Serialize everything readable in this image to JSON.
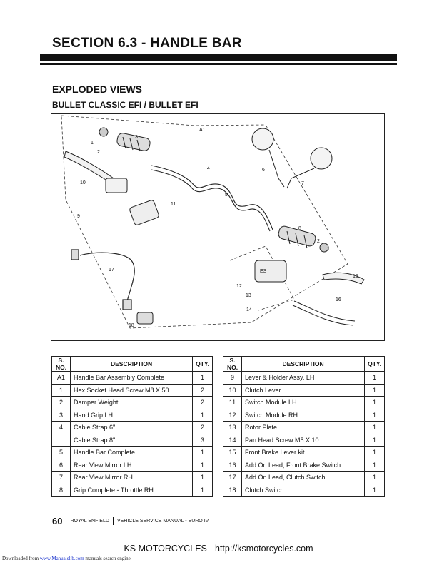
{
  "header": {
    "section_title": "SECTION 6.3 - HANDLE BAR",
    "subtitle": "EXPLODED VIEWS",
    "model": "BULLET CLASSIC EFI / BULLET EFI"
  },
  "diagram": {
    "callouts": [
      "A1",
      "1",
      "2",
      "3",
      "4",
      "5",
      "6",
      "7",
      "8",
      "2",
      "1",
      "9",
      "10",
      "11",
      "12",
      "13",
      "14",
      "15",
      "16",
      "17",
      "18",
      "ES"
    ]
  },
  "table": {
    "headers": {
      "sno": "S. NO.",
      "description": "DESCRIPTION",
      "qty": "QTY."
    },
    "left_rows": [
      {
        "sno": "A1",
        "description": "Handle Bar Assembly Complete",
        "qty": "1"
      },
      {
        "sno": "1",
        "description": "Hex Socket Head Screw M8 X 50",
        "qty": "2"
      },
      {
        "sno": "2",
        "description": "Damper Weight",
        "qty": "2"
      },
      {
        "sno": "3",
        "description": "Hand Grip LH",
        "qty": "1"
      },
      {
        "sno": "4",
        "description": "Cable Strap 6\"",
        "qty": "2"
      },
      {
        "sno": "",
        "description": "Cable Strap 8\"",
        "qty": "3"
      },
      {
        "sno": "5",
        "description": "Handle Bar Complete",
        "qty": "1"
      },
      {
        "sno": "6",
        "description": "Rear View Mirror  LH",
        "qty": "1"
      },
      {
        "sno": "7",
        "description": "Rear View Mirror  RH",
        "qty": "1"
      },
      {
        "sno": "8",
        "description": "Grip Complete - Throttle RH",
        "qty": "1"
      }
    ],
    "right_rows": [
      {
        "sno": "9",
        "description": "Lever & Holder Assy. LH",
        "qty": "1"
      },
      {
        "sno": "10",
        "description": "Clutch Lever",
        "qty": "1"
      },
      {
        "sno": "11",
        "description": "Switch Module LH",
        "qty": "1"
      },
      {
        "sno": "12",
        "description": "Switch Module RH",
        "qty": "1"
      },
      {
        "sno": "13",
        "description": "Rotor Plate",
        "qty": "1"
      },
      {
        "sno": "14",
        "description": "Pan Head Screw M5 X 10",
        "qty": "1"
      },
      {
        "sno": "15",
        "description": "Front Brake Lever kit",
        "qty": "1"
      },
      {
        "sno": "16",
        "description": "Add On Lead, Front Brake Switch",
        "qty": "1"
      },
      {
        "sno": "17",
        "description": "Add On Lead, Clutch Switch",
        "qty": "1"
      },
      {
        "sno": "18",
        "description": "Clutch Switch",
        "qty": "1"
      }
    ]
  },
  "footer": {
    "page_number": "60",
    "brand": "ROYAL ENFIELD",
    "manual": "VEHICLE SERVICE MANUAL - EURO IV"
  },
  "site_line": "KS MOTORCYCLES - http://ksmotorcycles.com",
  "download_note": {
    "prefix": "Downloaded from ",
    "link": "www.Manualslib.com",
    "suffix": " manuals search engine"
  }
}
